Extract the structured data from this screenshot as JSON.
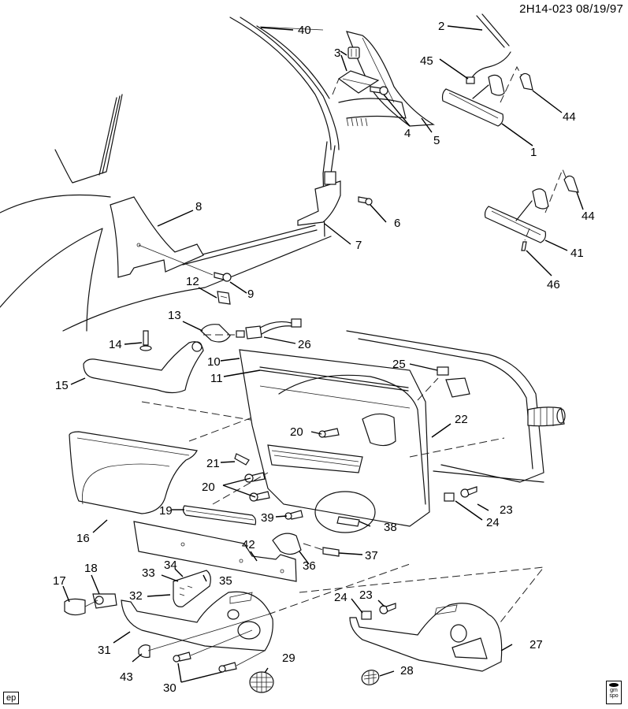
{
  "header": {
    "drawing_id": "2H14-023",
    "date": "08/19/97",
    "title_line": "2H14-023  08/19/97"
  },
  "footer": {
    "ep_badge": "ep",
    "logo_line1": "gm",
    "logo_line2": "spo"
  },
  "diagram": {
    "subject": "Interior trim / door panel exploded parts view",
    "callouts": [
      {
        "id": "c1",
        "label": "1"
      },
      {
        "id": "c2",
        "label": "2"
      },
      {
        "id": "c3",
        "label": "3"
      },
      {
        "id": "c4",
        "label": "4"
      },
      {
        "id": "c5",
        "label": "5"
      },
      {
        "id": "c6",
        "label": "6"
      },
      {
        "id": "c7",
        "label": "7"
      },
      {
        "id": "c8",
        "label": "8"
      },
      {
        "id": "c9",
        "label": "9"
      },
      {
        "id": "c10",
        "label": "10"
      },
      {
        "id": "c11",
        "label": "11"
      },
      {
        "id": "c12",
        "label": "12"
      },
      {
        "id": "c13",
        "label": "13"
      },
      {
        "id": "c14",
        "label": "14"
      },
      {
        "id": "c15",
        "label": "15"
      },
      {
        "id": "c16",
        "label": "16"
      },
      {
        "id": "c17",
        "label": "17"
      },
      {
        "id": "c18",
        "label": "18"
      },
      {
        "id": "c19",
        "label": "19"
      },
      {
        "id": "c20a",
        "label": "20"
      },
      {
        "id": "c20b",
        "label": "20"
      },
      {
        "id": "c21",
        "label": "21"
      },
      {
        "id": "c22",
        "label": "22"
      },
      {
        "id": "c23a",
        "label": "23"
      },
      {
        "id": "c23b",
        "label": "23"
      },
      {
        "id": "c24a",
        "label": "24"
      },
      {
        "id": "c24b",
        "label": "24"
      },
      {
        "id": "c25",
        "label": "25"
      },
      {
        "id": "c26",
        "label": "26"
      },
      {
        "id": "c27",
        "label": "27"
      },
      {
        "id": "c28",
        "label": "28"
      },
      {
        "id": "c29",
        "label": "29"
      },
      {
        "id": "c30",
        "label": "30"
      },
      {
        "id": "c31",
        "label": "31"
      },
      {
        "id": "c32",
        "label": "32"
      },
      {
        "id": "c33",
        "label": "33"
      },
      {
        "id": "c34",
        "label": "34"
      },
      {
        "id": "c35",
        "label": "35"
      },
      {
        "id": "c36",
        "label": "36"
      },
      {
        "id": "c37",
        "label": "37"
      },
      {
        "id": "c38",
        "label": "38"
      },
      {
        "id": "c39",
        "label": "39"
      },
      {
        "id": "c40",
        "label": "40"
      },
      {
        "id": "c41",
        "label": "41"
      },
      {
        "id": "c42",
        "label": "42"
      },
      {
        "id": "c43",
        "label": "43"
      },
      {
        "id": "c44a",
        "label": "44"
      },
      {
        "id": "c44b",
        "label": "44"
      },
      {
        "id": "c45",
        "label": "45"
      },
      {
        "id": "c46",
        "label": "46"
      }
    ]
  }
}
